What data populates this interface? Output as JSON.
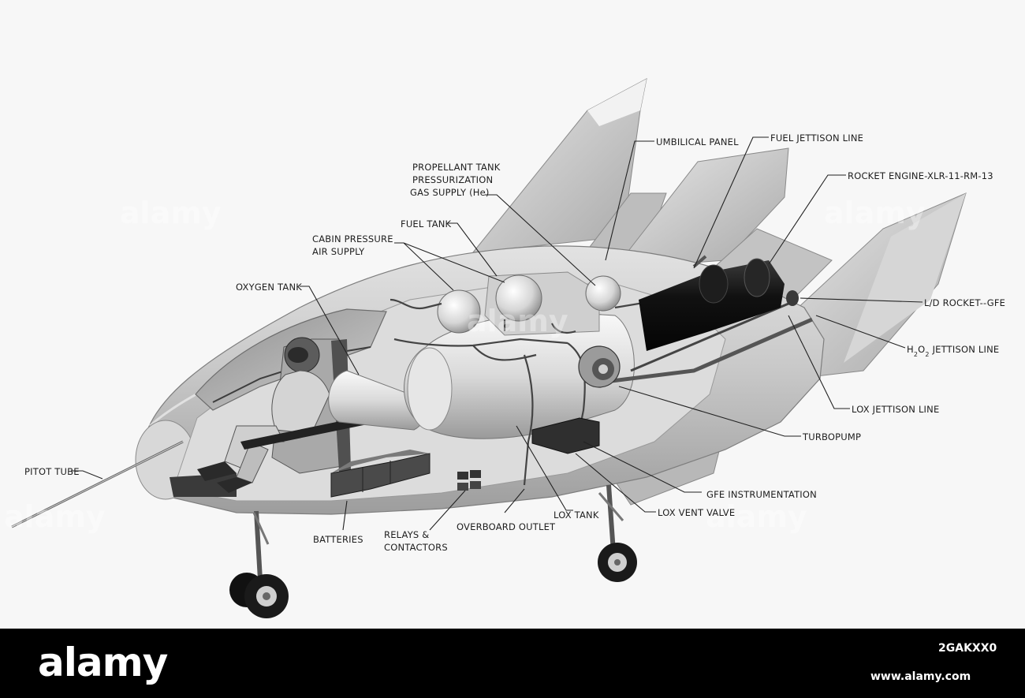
{
  "labels": {
    "umbilical_panel": "UMBILICAL PANEL",
    "fuel_jettison_line": "FUEL JETTISON LINE",
    "propellant_tank_1": "PROPELLANT TANK",
    "propellant_tank_2": "PRESSURIZATION",
    "propellant_tank_3": "GAS SUPPLY (He)",
    "rocket_engine": "ROCKET ENGINE-XLR-11-RM-13",
    "fuel_tank": "FUEL TANK",
    "cabin_pressure_1": "CABIN PRESSURE",
    "cabin_pressure_2": "AIR SUPPLY",
    "oxygen_tank": "OXYGEN TANK",
    "ld_rocket": "L/D ROCKET--GFE",
    "h2o2_h": "H",
    "h2o2_2a": "2",
    "h2o2_o": "O",
    "h2o2_2b": "2",
    "h2o2_rest": " JETTISON LINE",
    "lox_jettison_line": "LOX JETTISON LINE",
    "turbopump": "TURBOPUMP",
    "pitot_tube": "PITOT TUBE",
    "gfe_instrumentation": "GFE INSTRUMENTATION",
    "lox_vent_valve": "LOX VENT VALVE",
    "lox_tank": "LOX TANK",
    "overboard_outlet": "OVERBOARD OUTLET",
    "batteries": "BATTERIES",
    "relays_1": "RELAYS &",
    "relays_2": "CONTACTORS"
  },
  "watermark": "alamy",
  "footer": {
    "brand": "alamy",
    "image_id": "2GAKXX0",
    "url": "www.alamy.com"
  },
  "colors": {
    "background": "#f7f7f7",
    "footer": "#000000",
    "engine": "#141414"
  }
}
